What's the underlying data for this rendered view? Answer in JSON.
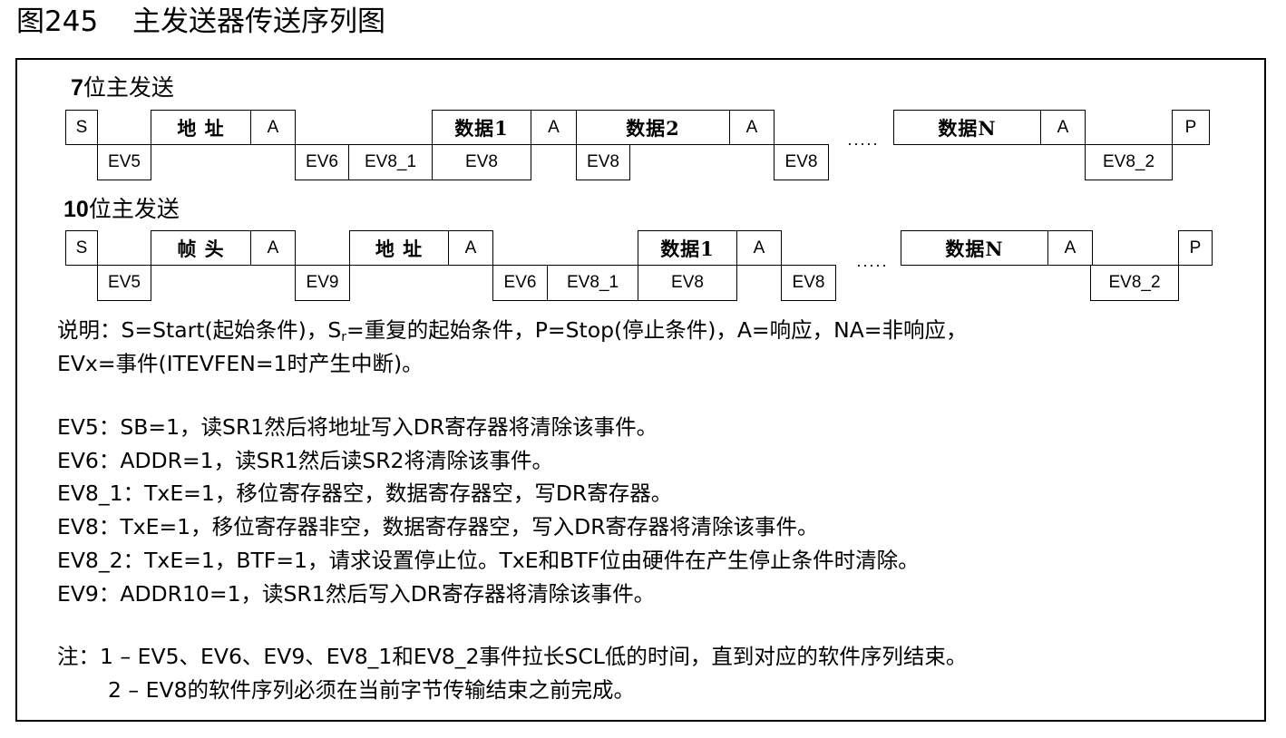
{
  "figure": {
    "number": "图245",
    "title": "主发送器传送序列图"
  },
  "seq7": {
    "title_num": "7",
    "title_text": "位主发送",
    "top": [
      "S",
      "地 址",
      "A",
      "数据1",
      "A",
      "数据2",
      "A",
      "数据N",
      "A",
      "P"
    ],
    "bottom": [
      "EV5",
      "EV6",
      "EV8_1",
      "EV8",
      "EV8",
      "EV8",
      "EV8_2"
    ],
    "dots": "·····"
  },
  "seq10": {
    "title_num": "10",
    "title_text": "位主发送",
    "top": [
      "S",
      "帧 头",
      "A",
      "地 址",
      "A",
      "数据1",
      "A",
      "数据N",
      "A",
      "P"
    ],
    "bottom": [
      "EV5",
      "EV9",
      "EV6",
      "EV8_1",
      "EV8",
      "EV8",
      "EV8_2"
    ],
    "dots": "·····"
  },
  "legend": {
    "line1_a": "说明：S=Start(起始条件)，S",
    "line1_sub": "r",
    "line1_b": "=重复的起始条件，P=Stop(停止条件)，A=响应，NA=非响应，",
    "line2": "EVx=事件(ITEVFEN=1时产生中断)。"
  },
  "events": [
    "EV5：SB=1，读SR1然后将地址写入DR寄存器将清除该事件。",
    "EV6：ADDR=1，读SR1然后读SR2将清除该事件。",
    "EV8_1：TxE=1，移位寄存器空，数据寄存器空，写DR寄存器。",
    "EV8：TxE=1，移位寄存器非空，数据寄存器空，写入DR寄存器将清除该事件。",
    "EV8_2：TxE=1，BTF=1，请求设置停止位。TxE和BTF位由硬件在产生停止条件时清除。",
    "EV9：ADDR10=1，读SR1然后写入DR寄存器将清除该事件。"
  ],
  "notes": [
    "注：1 – EV5、EV6、EV9、EV8_1和EV8_2事件拉长SCL低的时间，直到对应的软件序列结束。",
    "2 – EV8的软件序列必须在当前字节传输结束之前完成。"
  ]
}
